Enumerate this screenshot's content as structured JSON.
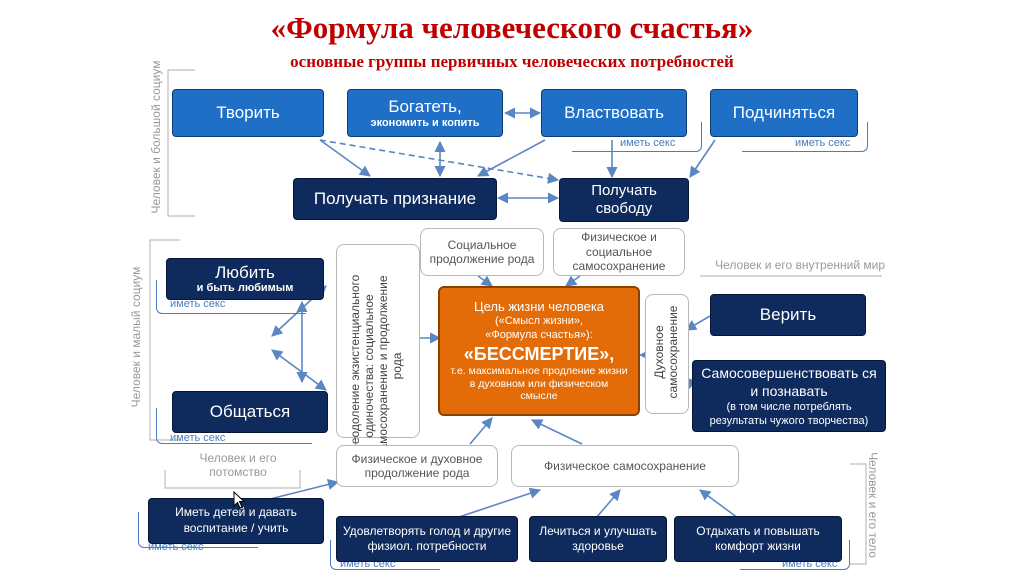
{
  "header": {
    "title": "«Формула человеческого счастья»",
    "subtitle": "основные группы первичных человеческих потребностей"
  },
  "side_labels": {
    "big_society": "Человек и большой социум",
    "small_society": "Человек и малый социум",
    "inner_world": "Человек и его внутренний мир",
    "offspring": "Человек и его потомство",
    "body": "Человек и его тело"
  },
  "sex_label": "иметь секс",
  "top_row": {
    "create": "Творить",
    "enrich_main": "Богатеть,",
    "enrich_sub": "экономить и копить",
    "rule": "Властвовать",
    "submit": "Подчиняться"
  },
  "second_row": {
    "recognition": "Получать признание",
    "freedom_1": "Получать",
    "freedom_2": "свободу"
  },
  "outlined": {
    "social_continuation": "Социальное продолжение рода",
    "phys_social_self": "Физическое и социальное самосохранение",
    "loneliness": "преодоление экзистенциального одиночества: социальное самосохранение и продолжение рода",
    "spiritual_self": "Духовное самосохранение",
    "phys_spirit_continuation": "Физическое и духовное продолжение рода",
    "phys_self": "Физическое самосохранение"
  },
  "left": {
    "love_main": "Любить",
    "love_sub": "и быть любимым",
    "communicate": "Общаться"
  },
  "center": {
    "line1": "Цель жизни человека",
    "line2": "(«Смысл жизни»,",
    "line3": "«Формула счастья»):",
    "big": "«БЕССМЕРТИЕ»,",
    "desc": "т.е. максимальное продление жизни в духовном или физическом смысле"
  },
  "right": {
    "believe": "Верить",
    "improve_main": "Самосовершенствовать ся и познавать",
    "improve_sub": "(в том числе потреблять результаты чужого творчества)"
  },
  "bottom": {
    "children": "Иметь детей и давать воспитание / учить",
    "satisfy": "Удовлетворять голод и другие физиол. потребности",
    "heal": "Лечиться и улучшать здоровье",
    "rest": "Отдыхать и повышать комфорт жизни"
  },
  "colors": {
    "title": "#c00000",
    "box_light": "#1f6fc6",
    "box_dark": "#0f2a5c",
    "center": "#e36c09",
    "frame": "#4a7cc0"
  }
}
